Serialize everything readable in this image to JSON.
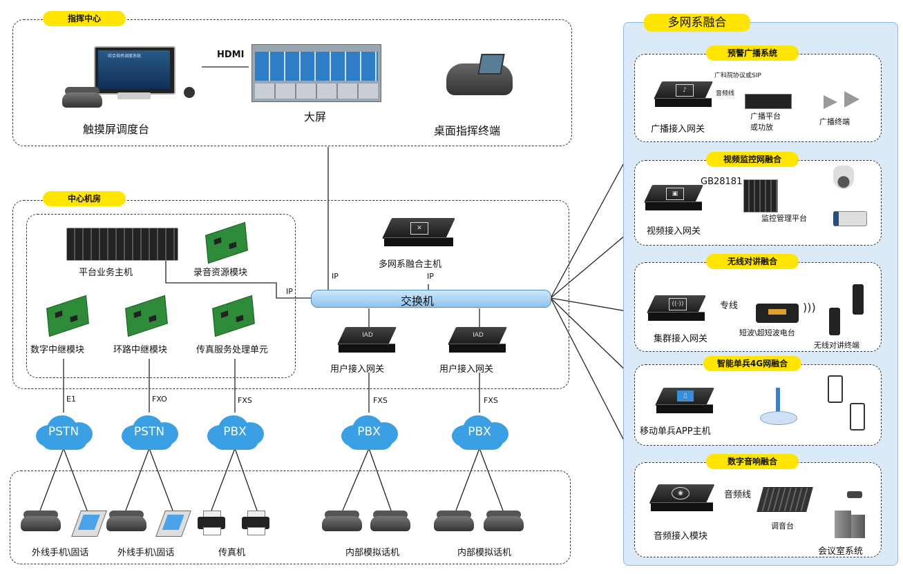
{
  "command_center": {
    "title": "指挥中心",
    "hdmi": "HDMI",
    "console": "触摸屏调度台",
    "screen_title": "综合指挥调度系统",
    "big_screen": "大屏",
    "desk_terminal": "桌面指挥终端"
  },
  "machine_room": {
    "title": "中心机房",
    "platform_host": "平台业务主机",
    "recording": "录音资源模块",
    "digital_trunk": "数字中继模块",
    "loop_trunk": "环路中继模块",
    "fax_unit": "传真服务处理单元",
    "fusion_host": "多网系融合主机",
    "switch": "交换机",
    "ip_a": "IP",
    "ip_b": "IP",
    "ip_c": "IP",
    "iad": "IAD",
    "user_gw_1": "用户接入网关",
    "user_gw_2": "用户接入网关"
  },
  "links": {
    "e1": "E1",
    "fxo": "FXO",
    "fxs_1": "FXS",
    "fxs_2": "FXS",
    "fxs_3": "FXS"
  },
  "clouds": [
    "PSTN",
    "PSTN",
    "PBX",
    "PBX",
    "PBX"
  ],
  "terminals": {
    "ext_1": "外线手机\\固话",
    "ext_2": "外线手机\\固话",
    "fax": "传真机",
    "internal_1": "内部模拟话机",
    "internal_2": "内部模拟话机"
  },
  "fusion": {
    "title": "多网系融合",
    "broadcast": {
      "title": "预警广播系统",
      "protocol": "广科院协议或SIP",
      "audio_line": "音频线",
      "gateway": "广播接入网关",
      "platform": "广播平台",
      "amp": "或功放",
      "terminal": "广播终端"
    },
    "video": {
      "title": "视频监控网融合",
      "gb": "GB28181",
      "gateway": "视频接入网关",
      "platform": "监控管理平台"
    },
    "radio": {
      "title": "无线对讲融合",
      "line": "专线",
      "gateway": "集群接入网关",
      "station": "短波\\超短波电台",
      "terminal": "无线对讲终端"
    },
    "mobile": {
      "title": "智能单兵4G网融合",
      "host": "移动单兵APP主机"
    },
    "audio": {
      "title": "数字音响融合",
      "line": "音频线",
      "module": "音频接入模块",
      "mixer": "调音台",
      "conference": "会议室系统"
    }
  },
  "colors": {
    "tag": "#ffe500",
    "cloud": "#3a9fe3",
    "switch": "#a9d4f5",
    "panel": "#dbeaf8"
  }
}
